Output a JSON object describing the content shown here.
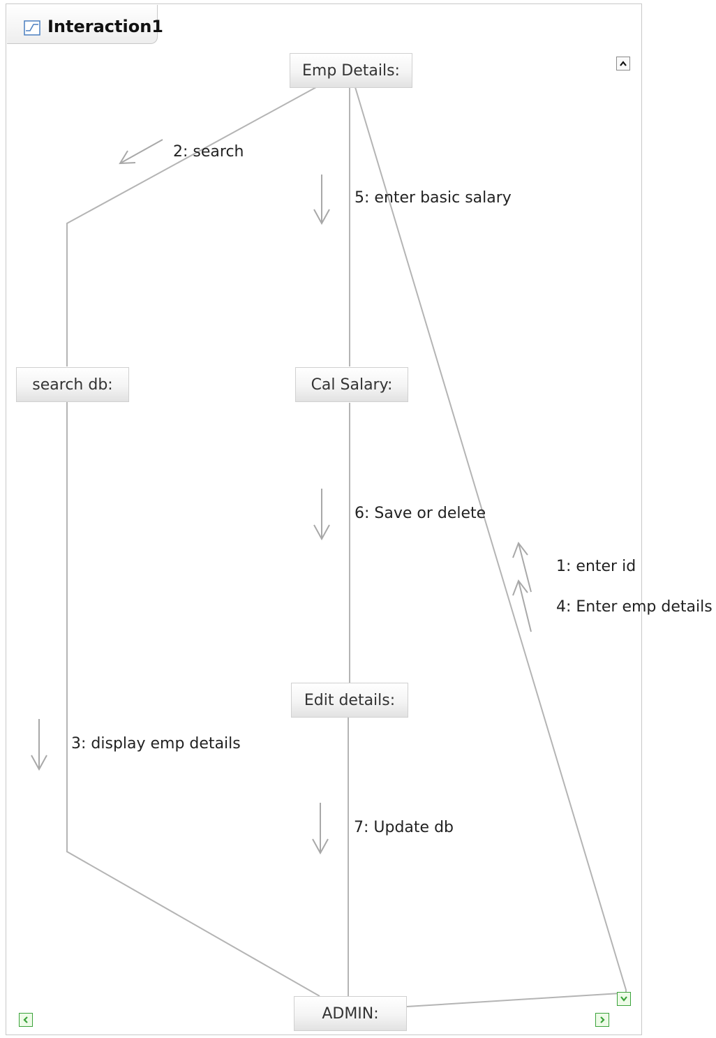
{
  "window": {
    "tab_title": "Interaction1",
    "tab_icon": "diagram-icon"
  },
  "nodes": {
    "emp_details": "Emp Details:",
    "search_db": "search db:",
    "cal_salary": "Cal Salary:",
    "edit_details": "Edit details:",
    "admin": "ADMIN:"
  },
  "messages": {
    "m1": "1: enter id",
    "m2": "2: search",
    "m3": "3: display emp details",
    "m4": "4: Enter emp details",
    "m5": "5: enter basic salary",
    "m6": "6: Save or delete",
    "m7": "7: Update db"
  },
  "controls": {
    "scroll_up_icon": "chevron-up-icon",
    "scroll_down_icon": "chevron-down-icon",
    "scroll_left_icon": "chevron-left-icon",
    "scroll_right_icon": "chevron-right-icon"
  },
  "colors": {
    "link": "#b4b4b4",
    "arrow": "#a8a8a8",
    "control_green": "#3aa23a"
  }
}
